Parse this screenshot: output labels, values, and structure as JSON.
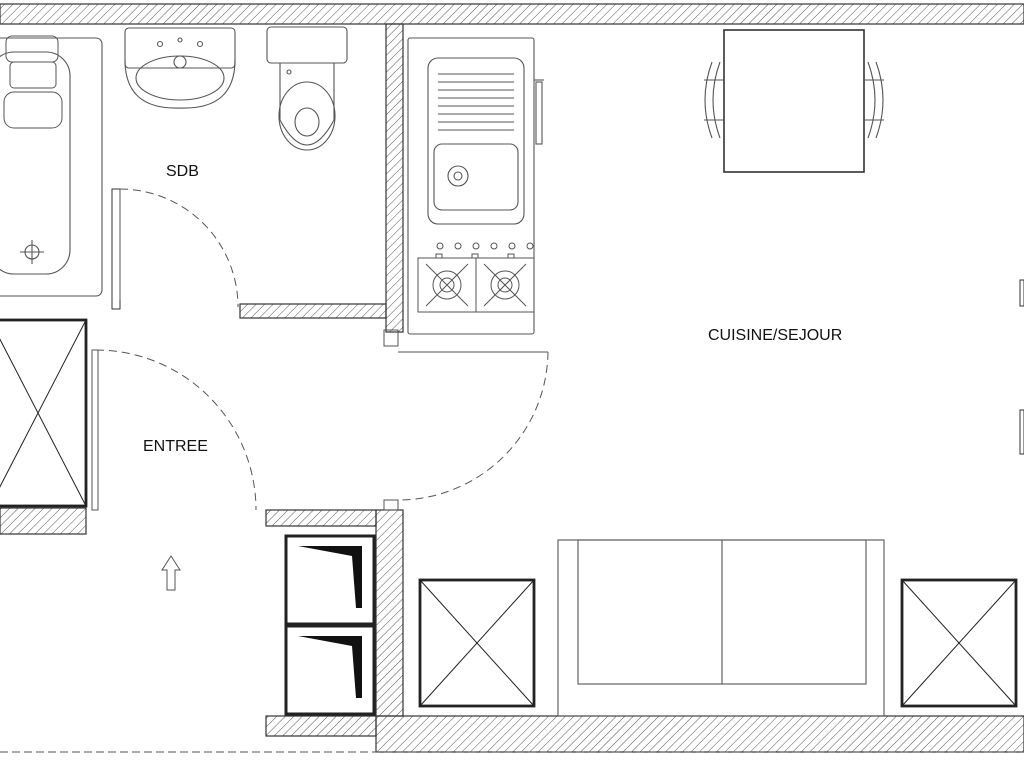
{
  "plan": {
    "rooms": {
      "sdb": "SDB",
      "entree": "ENTREE",
      "cuisine_sejour": "CUISINE/SEJOUR"
    }
  },
  "colors": {
    "wall_line": "#333333",
    "hatch": "#555555",
    "fixture_line": "#555555",
    "background": "#ffffff"
  }
}
